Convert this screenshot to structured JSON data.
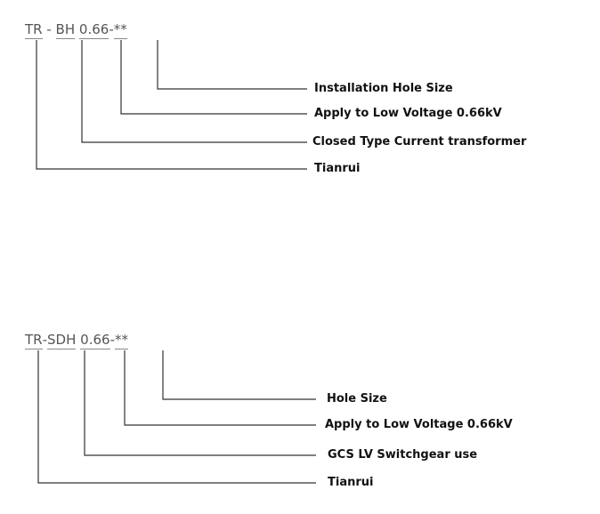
{
  "diagram1": {
    "code": {
      "part1": "TR",
      "sep1": " - ",
      "part2": "BH",
      "part3": "0.66",
      "sep2": "-",
      "part4": "**"
    },
    "labels": [
      "Installation Hole Size",
      "Apply to Low Voltage 0.66kV",
      "Closed Type Current transformer",
      "Tianrui"
    ]
  },
  "diagram2": {
    "code": {
      "part1": "TR",
      "sep1": "-",
      "part2": "SDH",
      "part3": "0.66",
      "sep2": "-",
      "part4": "**"
    },
    "labels": [
      "Hole Size",
      "Apply to Low Voltage 0.66kV",
      "GCS LV Switchgear use",
      "Tianrui"
    ]
  },
  "colors": {
    "line": "#333333",
    "code_text": "#555555",
    "label_text": "#111111"
  }
}
